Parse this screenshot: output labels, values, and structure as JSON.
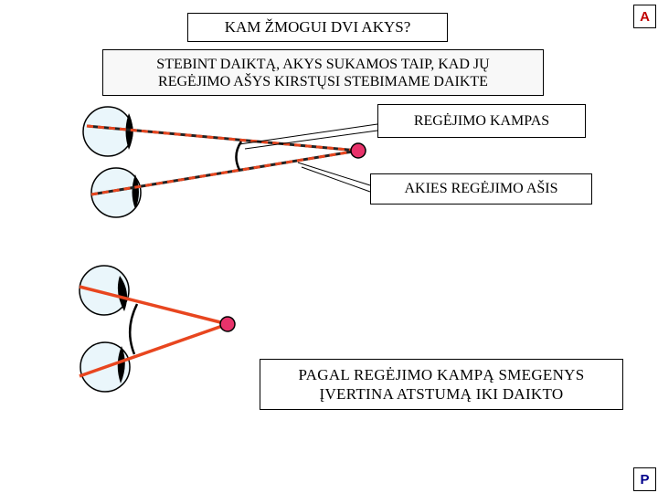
{
  "title": "KAM ŽMOGUI DVI AKYS?",
  "subtitle": {
    "line1": "STEBINT DAIKTĄ, AKYS SUKAMOS TAIP, KAD JŲ",
    "line2": "REGĖJIMO AŠYS KIRSTŲSI STEBIMAME DAIKTE"
  },
  "labels": {
    "angle": "REGĖJIMO KAMPAS",
    "axis": "AKIES REGĖJIMO AŠIS"
  },
  "bottom_text": {
    "line1": "PAGAL REGĖJIMO KAMPĄ SMEGENYS",
    "line2": "ĮVERTINA ATSTUMĄ IKI DAIKTO"
  },
  "buttons": {
    "top": "A",
    "bottom": "P"
  },
  "colors": {
    "line": "#e8461f",
    "object": "#e8336b",
    "eye_fill": "#eaf6fb"
  }
}
